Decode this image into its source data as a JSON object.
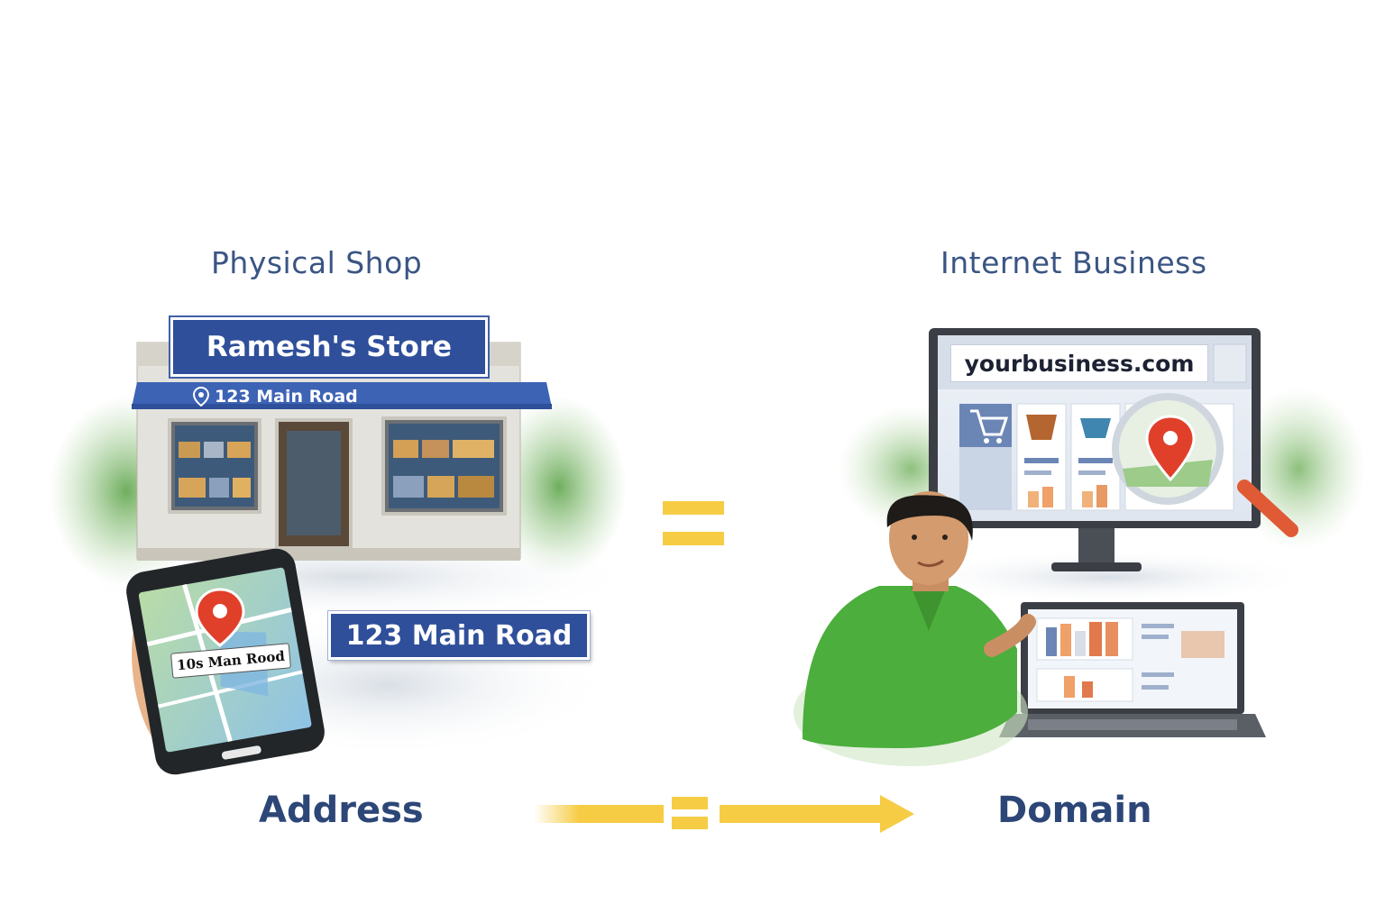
{
  "left": {
    "heading": "Physical Shop",
    "store_name": "Ramesh's Store",
    "awning_address": "123 Main Road",
    "address_badge": "123 Main Road",
    "phone_map_label": "10s Man Rood",
    "bottom_label": "Address"
  },
  "right": {
    "heading": "Internet Business",
    "url": "yourbusiness.com",
    "bottom_label": "Domain"
  },
  "colors": {
    "navy": "#2f4f9a",
    "heading_text": "#3a5583",
    "equals_yellow": "#f6cc44",
    "pin_red": "#e0402a",
    "shirt_green": "#4cae3c"
  },
  "icons": [
    "map-pin-icon",
    "shopping-cart-icon",
    "basket-icon",
    "magnifier-icon",
    "equals-sign-icon",
    "arrow-icon"
  ]
}
